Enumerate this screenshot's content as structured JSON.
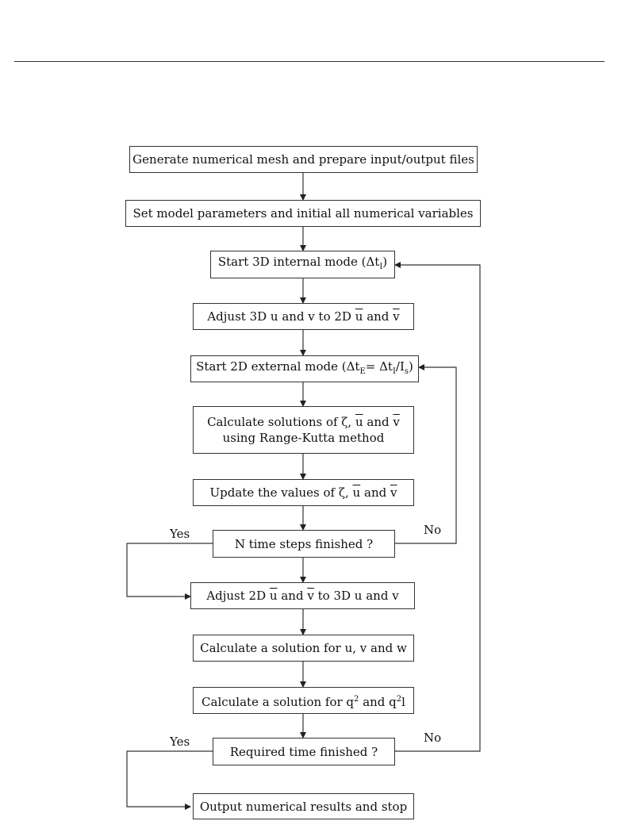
{
  "flowchart": {
    "steps": {
      "mesh": "Generate numerical mesh and prepare input/output files",
      "params": "Set model parameters and initial all numerical variables",
      "start3d": "Start 3D internal mode (Δt",
      "start3d_sub": "I",
      "start3d_end": ")",
      "adjust3d_pre": "Adjust 3D u and v to 2D",
      "adjust3d_ub": "u",
      "adjust3d_and": "and",
      "adjust3d_vb": "v",
      "start2d_pre": "Start 2D external mode (Δt",
      "start2d_sub1": "E",
      "start2d_mid": "= Δt",
      "start2d_sub2": "I",
      "start2d_div": "/I",
      "start2d_sub3": "s",
      "start2d_end": ")",
      "calc_line1_pre": "Calculate solutions of ζ,",
      "calc_line1_ub": "u",
      "calc_line1_and": "and",
      "calc_line1_vb": "v",
      "calc_line2": "using Range-Kutta method",
      "update_pre": "Update the values of ζ,",
      "update_ub": "u",
      "update_and": "and",
      "update_vb": "v",
      "ntime": "N time steps finished ?",
      "adjust2d_pre": "Adjust 2D",
      "adjust2d_ub": "u",
      "adjust2d_and": "and",
      "adjust2d_vb": "v",
      "adjust2d_post": "to 3D u and v",
      "solve_uvw": "Calculate a solution for u, v and w",
      "solve_q_pre": "Calculate a solution for q",
      "solve_q_sup1": "2",
      "solve_q_mid": "and q",
      "solve_q_sup2": "2",
      "solve_q_end": "l",
      "required": "Required time finished ?",
      "output": "Output numerical results and stop"
    },
    "labels": {
      "yes1": "Yes",
      "no1": "No",
      "yes2": "Yes",
      "no2": "No"
    }
  }
}
